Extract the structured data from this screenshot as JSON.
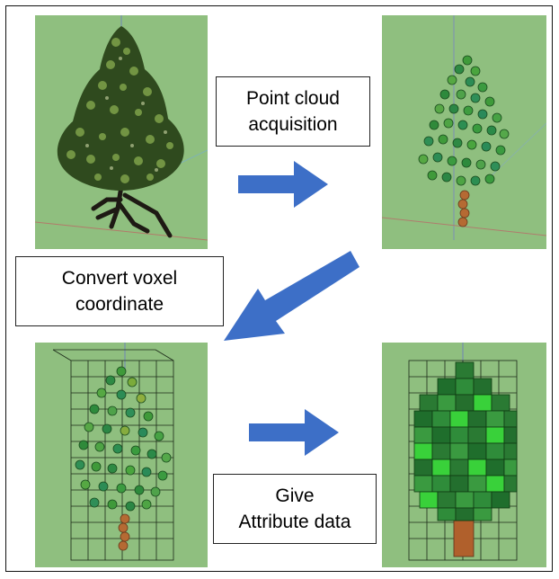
{
  "labels": {
    "step1_line1": "Point cloud",
    "step1_line2": "acquisition",
    "step2_line1": "Convert voxel",
    "step2_line2": "coordinate",
    "step3_line1": "Give",
    "step3_line2": "Attribute data"
  },
  "panels": {
    "tree_model": "tree-3d-model",
    "point_cloud": "point-cloud-tree",
    "voxel_grid_points": "voxel-grid-with-points",
    "voxel_tree": "voxelized-tree"
  },
  "colors": {
    "panel_bg": "#8fbf7f",
    "arrow": "#3d6fc7",
    "leaf_dark": "#1f6e2c",
    "leaf_light": "#39d13a",
    "trunk": "#b0602c"
  }
}
